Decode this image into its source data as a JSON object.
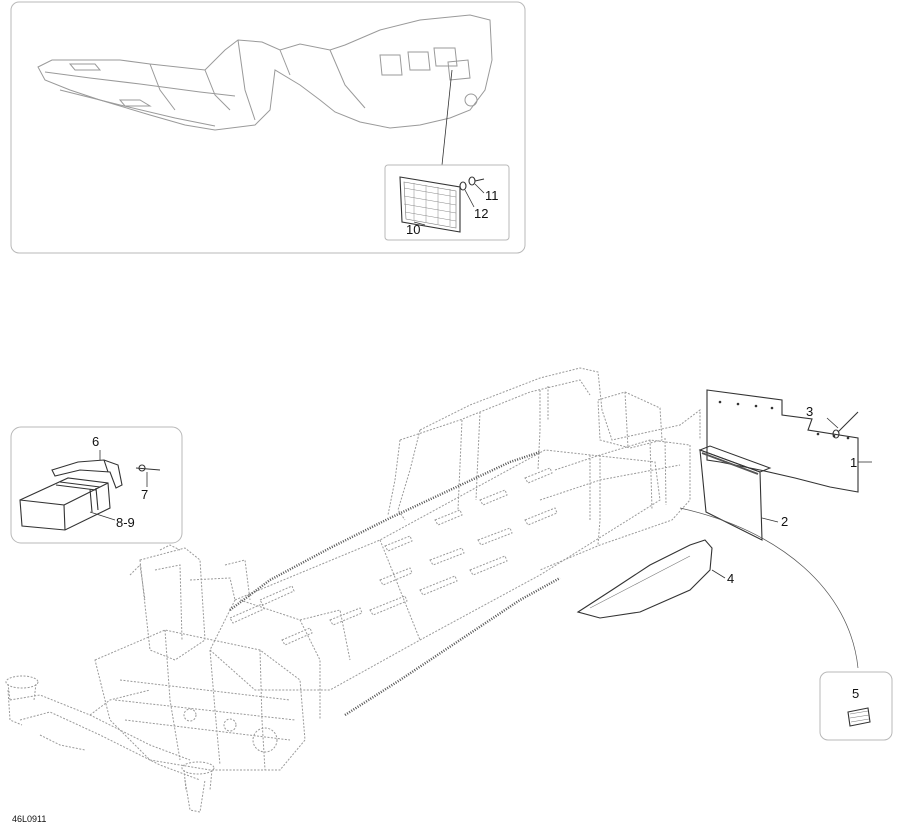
{
  "callouts": {
    "c1": "1",
    "c2": "2",
    "c3": "3",
    "c4": "4",
    "c5": "5",
    "c6": "6",
    "c7": "7",
    "c89": "8-9",
    "c10": "10",
    "c11": "11",
    "c12": "12"
  },
  "reference_code": "46L0911"
}
